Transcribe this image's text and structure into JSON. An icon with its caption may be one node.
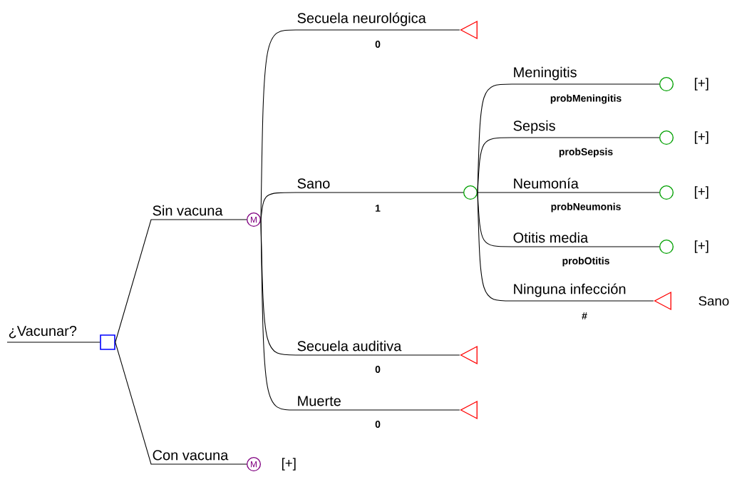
{
  "diagram": {
    "nodes": [
      {
        "text": [],
        "shape": "box"
      },
      {
        "text": [
          "M"
        ]
      },
      {
        "text": [
          "M"
        ],
        "beside": [
          "[+]"
        ]
      },
      {
        "text": [],
        "shape": "triangle"
      },
      {
        "text": [],
        "shape": "circle"
      },
      {
        "text": [],
        "shape": "triangle"
      },
      {
        "text": [],
        "shape": "triangle"
      },
      {
        "text": [],
        "shape": "circle",
        "beside": [
          "[+]"
        ]
      },
      {
        "text": [],
        "shape": "circle",
        "beside": [
          "[+]"
        ]
      },
      {
        "text": [],
        "shape": "circle",
        "beside": [
          "[+]"
        ]
      },
      {
        "text": [],
        "shape": "circle",
        "beside": [
          "[+]"
        ]
      },
      {
        "text": [],
        "shape": "triangle",
        "beside": [
          "Sano"
        ]
      }
    ],
    "edges": [
      {
        "from": null,
        "to": 0,
        "arrow": "none",
        "label": "¿Vacunar?"
      },
      {
        "from": 0,
        "to": 1,
        "arrow": "none",
        "label": "Sin vacuna"
      },
      {
        "from": 0,
        "to": 2,
        "arrow": "none",
        "label": "Con vacuna"
      },
      {
        "from": 1,
        "to": 3,
        "arrow": "none",
        "label": "Secuela neurológica"
      },
      {
        "from": 1,
        "to": 4,
        "arrow": "none",
        "label": "Sano"
      },
      {
        "from": 1,
        "to": 5,
        "arrow": "none",
        "label": "Secuela auditiva"
      },
      {
        "from": 1,
        "to": 6,
        "arrow": "none",
        "label": "Muerte"
      },
      {
        "from": 4,
        "to": 7,
        "arrow": "none",
        "label": "Meningitis"
      },
      {
        "from": 4,
        "to": 8,
        "arrow": "none",
        "label": "Sepsis"
      },
      {
        "from": 4,
        "to": 9,
        "arrow": "none",
        "label": "Neumonía"
      },
      {
        "from": 4,
        "to": 10,
        "arrow": "none",
        "label": "Otitis media"
      },
      {
        "from": 4,
        "to": 11,
        "arrow": "none",
        "label": "Ninguna infección"
      }
    ],
    "labels": [
      "0",
      "probMeningitis",
      "probSepsis",
      "1",
      "probNeumonis",
      "probOtitis",
      "#",
      "0",
      "0"
    ]
  }
}
